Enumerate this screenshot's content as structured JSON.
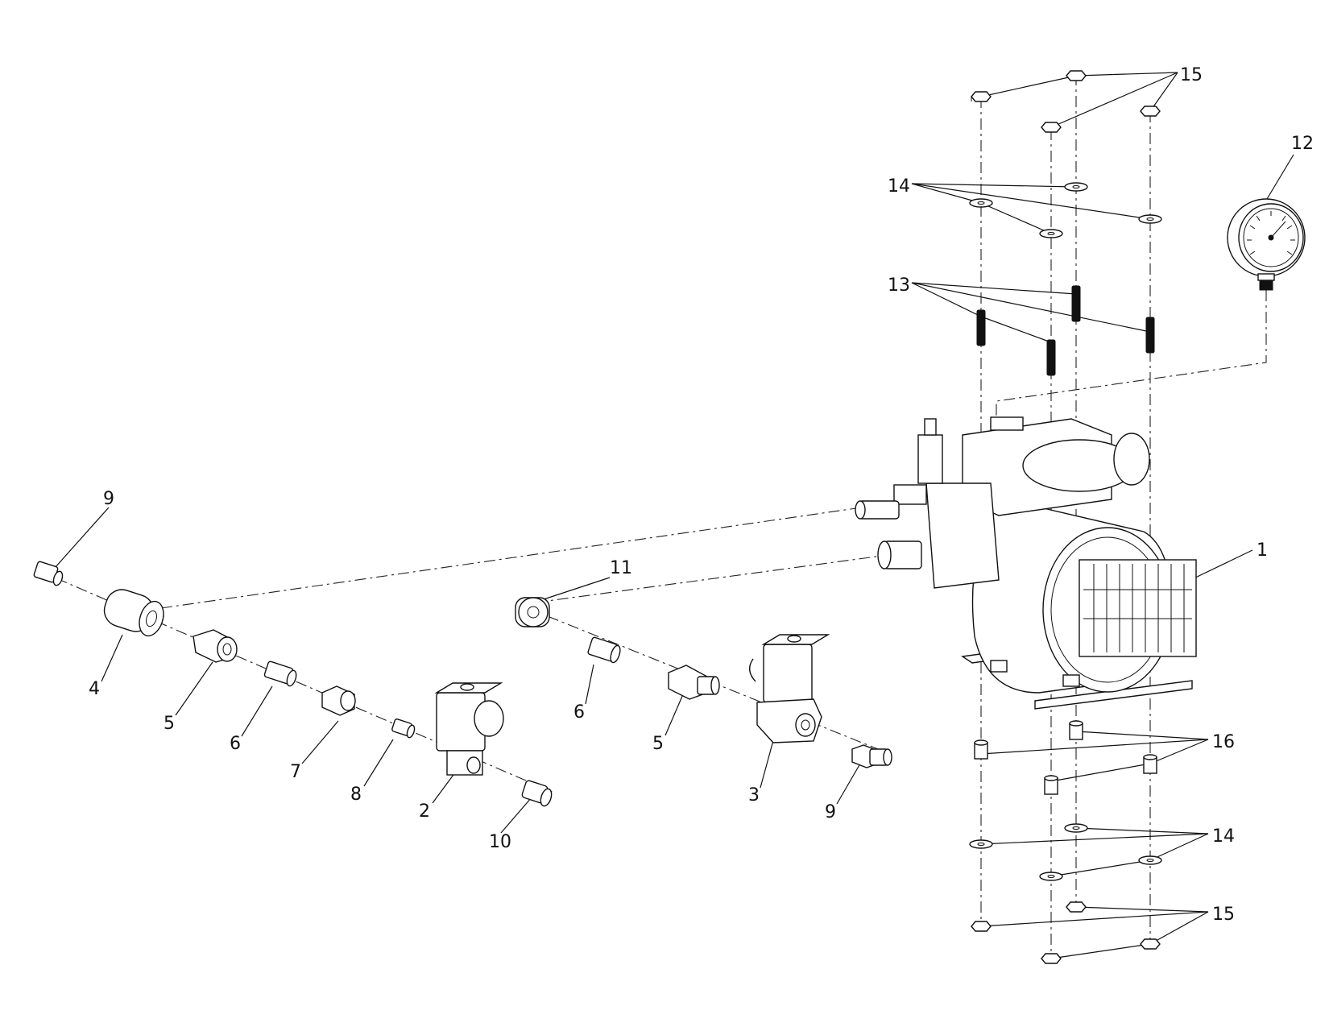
{
  "diagram": {
    "callouts": {
      "c1": "1",
      "c2": "2",
      "c3": "3",
      "c4": "4",
      "c5a": "5",
      "c5b": "5",
      "c6a": "6",
      "c6b": "6",
      "c7": "7",
      "c8": "8",
      "c9a": "9",
      "c9b": "9",
      "c10": "10",
      "c11": "11",
      "c12": "12",
      "c13": "13",
      "c14a": "14",
      "c14b": "14",
      "c15a": "15",
      "c15b": "15",
      "c16": "16"
    }
  }
}
